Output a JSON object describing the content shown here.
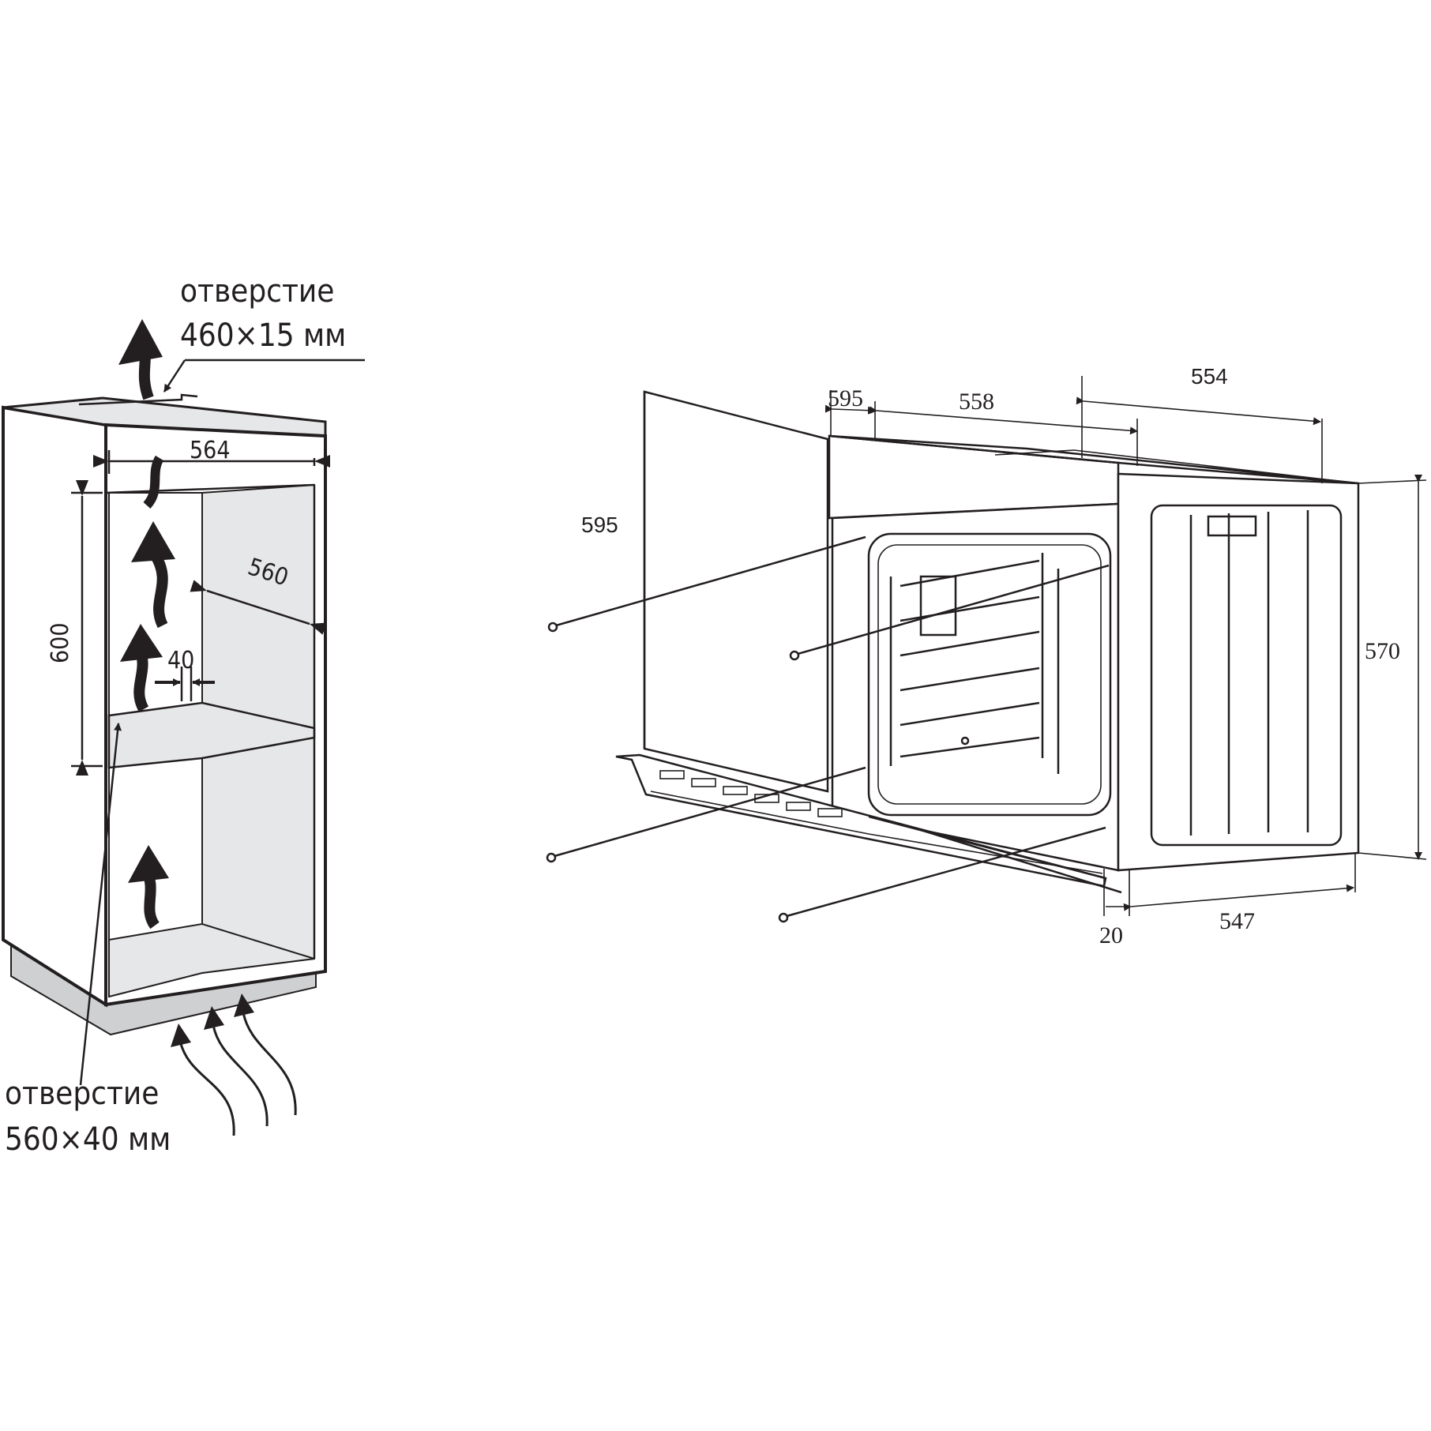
{
  "colors": {
    "ink": "#231f20",
    "panel_grey": "#e6e7e8",
    "plinth_grey": "#cfd0d2",
    "background": "#ffffff"
  },
  "cabinet": {
    "top_opening": {
      "line1": "отверстие",
      "line2": "460×15 мм"
    },
    "bottom_opening": {
      "line1": "отверстие",
      "line2": "560×40 мм"
    },
    "dims": {
      "width": "564",
      "depth": "560",
      "height": "600",
      "gap": "40"
    }
  },
  "oven": {
    "dims": {
      "front_height": "595",
      "top_front": "595",
      "top_inner": "558",
      "depth_top": "554",
      "side_height": "570",
      "door_thickness": "20",
      "depth_bottom": "547"
    }
  }
}
